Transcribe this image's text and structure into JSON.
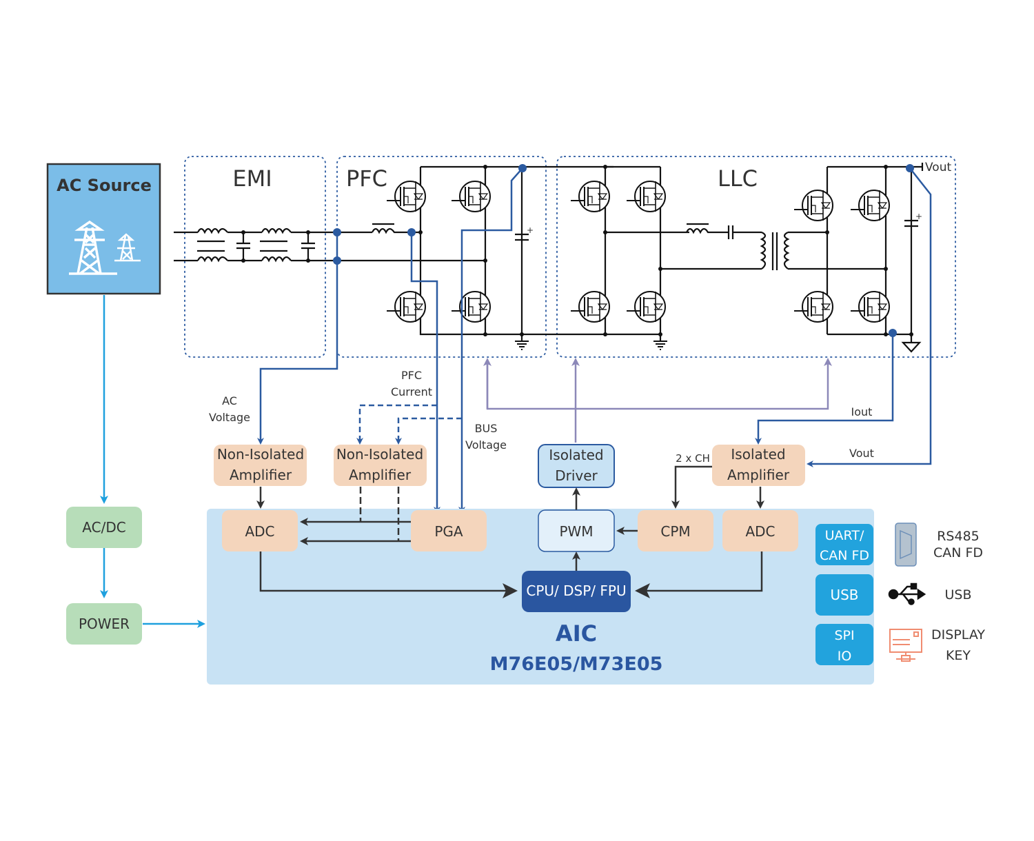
{
  "source": {
    "title": "AC Source",
    "icon": "transmission-tower-icon"
  },
  "sections": {
    "emi": "EMI",
    "pfc": "PFC",
    "llc": "LLC",
    "vout_terminal": "Vout"
  },
  "signals": {
    "ac_voltage": [
      "AC",
      "Voltage"
    ],
    "pfc_current": [
      "PFC",
      "Current"
    ],
    "bus_voltage": [
      "BUS",
      "Voltage"
    ],
    "iout": "Iout",
    "vout": "Vout",
    "two_ch": "2 x CH"
  },
  "blocks": {
    "amp1": [
      "Non-Isolated",
      "Amplifier"
    ],
    "amp2": [
      "Non-Isolated",
      "Amplifier"
    ],
    "iso_driver": [
      "Isolated",
      "Driver"
    ],
    "iso_amp": [
      "Isolated",
      "Amplifier"
    ],
    "acdc": "AC/DC",
    "power": "POWER"
  },
  "mcu": {
    "adc1": "ADC",
    "pga": "PGA",
    "pwm": "PWM",
    "cpm": "CPM",
    "adc2": "ADC",
    "cpu": "CPU/ DSP/ FPU",
    "name": "AIC",
    "part": "M76E05/M73E05",
    "uart": [
      "UART/",
      "CAN FD"
    ],
    "usb": "USB",
    "spi": [
      "SPI",
      "IO"
    ]
  },
  "peripherals": {
    "rs485": [
      "RS485",
      "CAN FD"
    ],
    "usb": "USB",
    "display": [
      "DISPLAY",
      "KEY"
    ]
  },
  "colors": {
    "source_fill": "#7bbde8",
    "amp_fill": "#f4d5bc",
    "mcu_fill": "#c8e2f4",
    "cpu_fill": "#2a56a0",
    "io_fill": "#22a3dd",
    "green_fill": "#b7ddb9",
    "signal_blue": "#2b5aa0",
    "drive_purple": "#8c88b8"
  }
}
